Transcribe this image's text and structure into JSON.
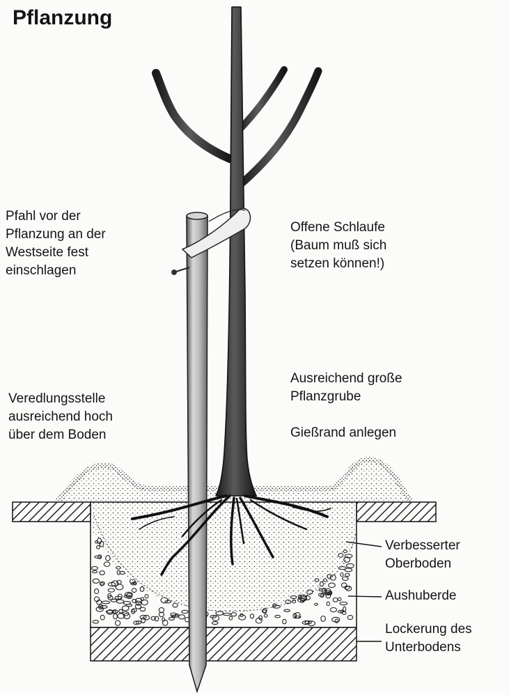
{
  "title": "Pflanzung",
  "labels": {
    "stake": "Pfahl vor der\nPflanzung an der\nWestseite fest\neinschlagen",
    "loop": "Offene Schlaufe\n(Baum muß sich\nsetzen können!)",
    "graft": "Veredlungsstelle\nausreichend hoch\nüber dem Boden",
    "pit": "Ausreichend große\nPflanzgrube",
    "water_rim": "Gießrand anlegen",
    "topsoil": "Verbesserter\nOberboden",
    "spoil": "Aushuberde",
    "subsoil": "Lockerung des\nUnterbodens"
  }
}
